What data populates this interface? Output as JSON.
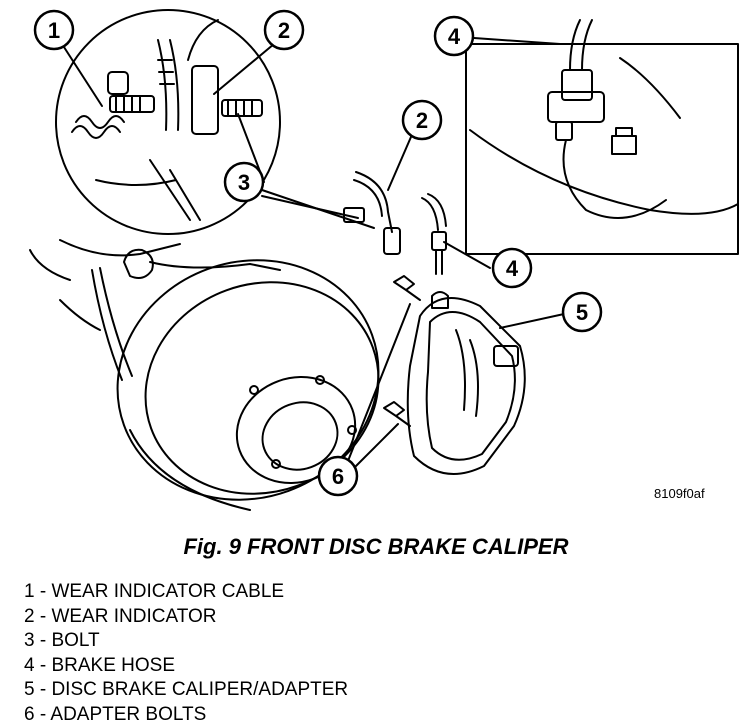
{
  "image_code": "8109f0af",
  "figure_title": "Fig. 9 FRONT DISC BRAKE CALIPER",
  "callouts": [
    {
      "num": "1"
    },
    {
      "num": "2"
    },
    {
      "num": "3"
    },
    {
      "num": "4"
    },
    {
      "num": "2"
    },
    {
      "num": "4"
    },
    {
      "num": "5"
    },
    {
      "num": "6"
    }
  ],
  "legend": [
    {
      "text": "1 - WEAR INDICATOR CABLE"
    },
    {
      "text": "2 - WEAR INDICATOR"
    },
    {
      "text": "3 - BOLT"
    },
    {
      "text": "4 - BRAKE HOSE"
    },
    {
      "text": "5 - DISC BRAKE CALIPER/ADAPTER"
    },
    {
      "text": "6 - ADAPTER BOLTS"
    }
  ]
}
